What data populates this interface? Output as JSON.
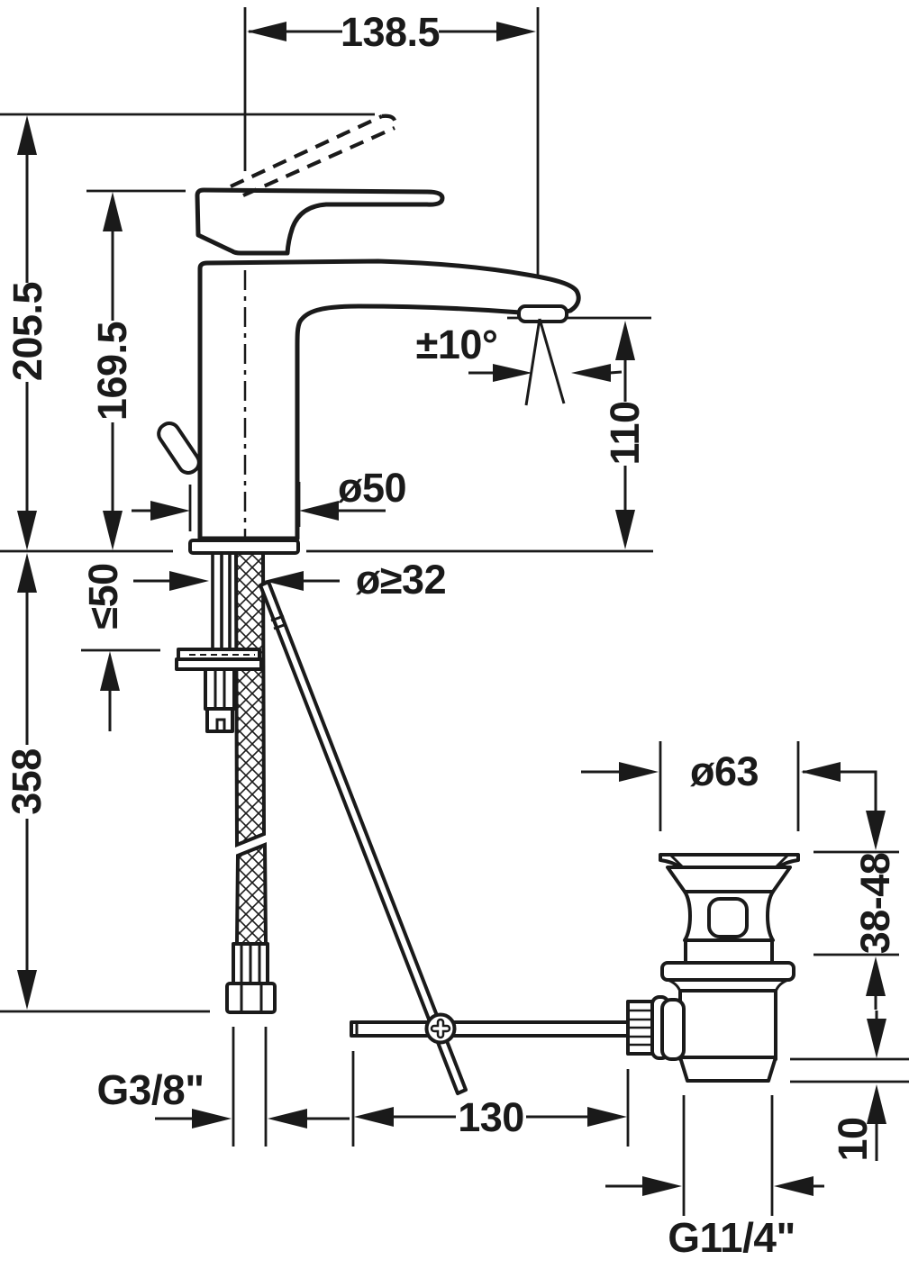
{
  "drawing": {
    "background": "#ffffff",
    "line_color": "#1a1a1a"
  },
  "dimensions": {
    "spout_reach": "138.5",
    "max_height": "205.5",
    "body_height": "169.5",
    "swivel_angle": "±10°",
    "spout_height": "110",
    "base_diameter": "ø50",
    "mounting_hole": "ø≥32",
    "max_deck_thickness": "≤50",
    "hose_length": "358",
    "waste_flange_diameter": "ø63",
    "clamping_range": "38-48",
    "rod_to_waste_offset": "130",
    "supply_connection": "G3/8\"",
    "waste_spigot_length": "10",
    "waste_thread": "G11/4\""
  }
}
